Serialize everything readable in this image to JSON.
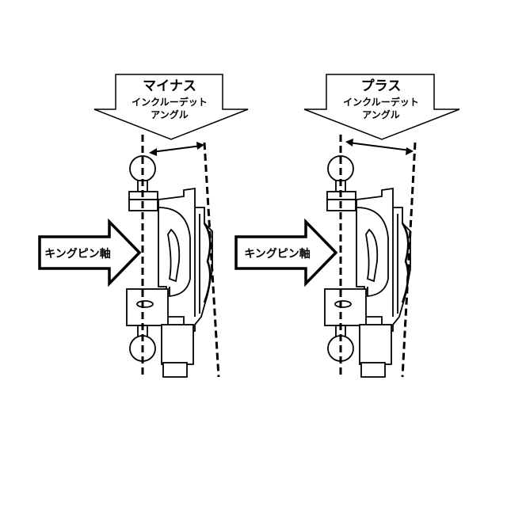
{
  "panels": [
    {
      "id": "minus",
      "banner_title": "マイナス",
      "banner_line2": "インクルーデット",
      "banner_line3": "アングル",
      "arrow_label": "キングピン軸"
    },
    {
      "id": "plus",
      "banner_title": "プラス",
      "banner_line2": "インクルーデット",
      "banner_line3": "アングル",
      "arrow_label": "キングピン軸"
    }
  ],
  "colors": {
    "stroke": "#000000",
    "fill": "#ffffff",
    "part_fill": "#ffffff"
  }
}
